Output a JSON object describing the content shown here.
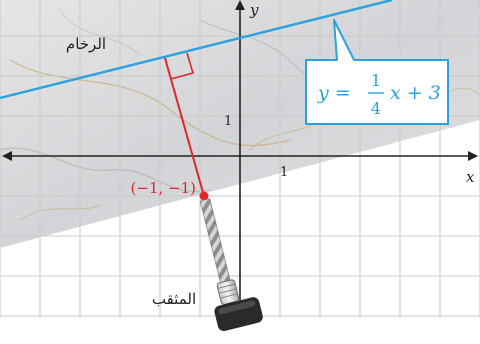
{
  "labels": {
    "marble": "الرخام",
    "drill": "المثقب",
    "axis_x": "x",
    "axis_y": "y",
    "tick_x1": "1",
    "tick_y1": "1",
    "point": "(−1, −1)",
    "equation": {
      "lhs": "y =",
      "frac_num": "1",
      "frac_den": "4",
      "rhs": "x + 3"
    }
  },
  "math": {
    "line_slope": 0.25,
    "line_intercept": 3,
    "point": [
      -1,
      -1
    ],
    "foot_of_perpendicular": [
      -1.76,
      2.56
    ]
  },
  "colors": {
    "line": "#2aa3dc",
    "perpendicular": "#e0262b",
    "point_label": "#e0262b",
    "callout_border": "#2aa3dc",
    "callout_text": "#2aa3dc",
    "grid": "#c9c9c9",
    "axis": "#222222",
    "marble": "#dcdcdc"
  }
}
